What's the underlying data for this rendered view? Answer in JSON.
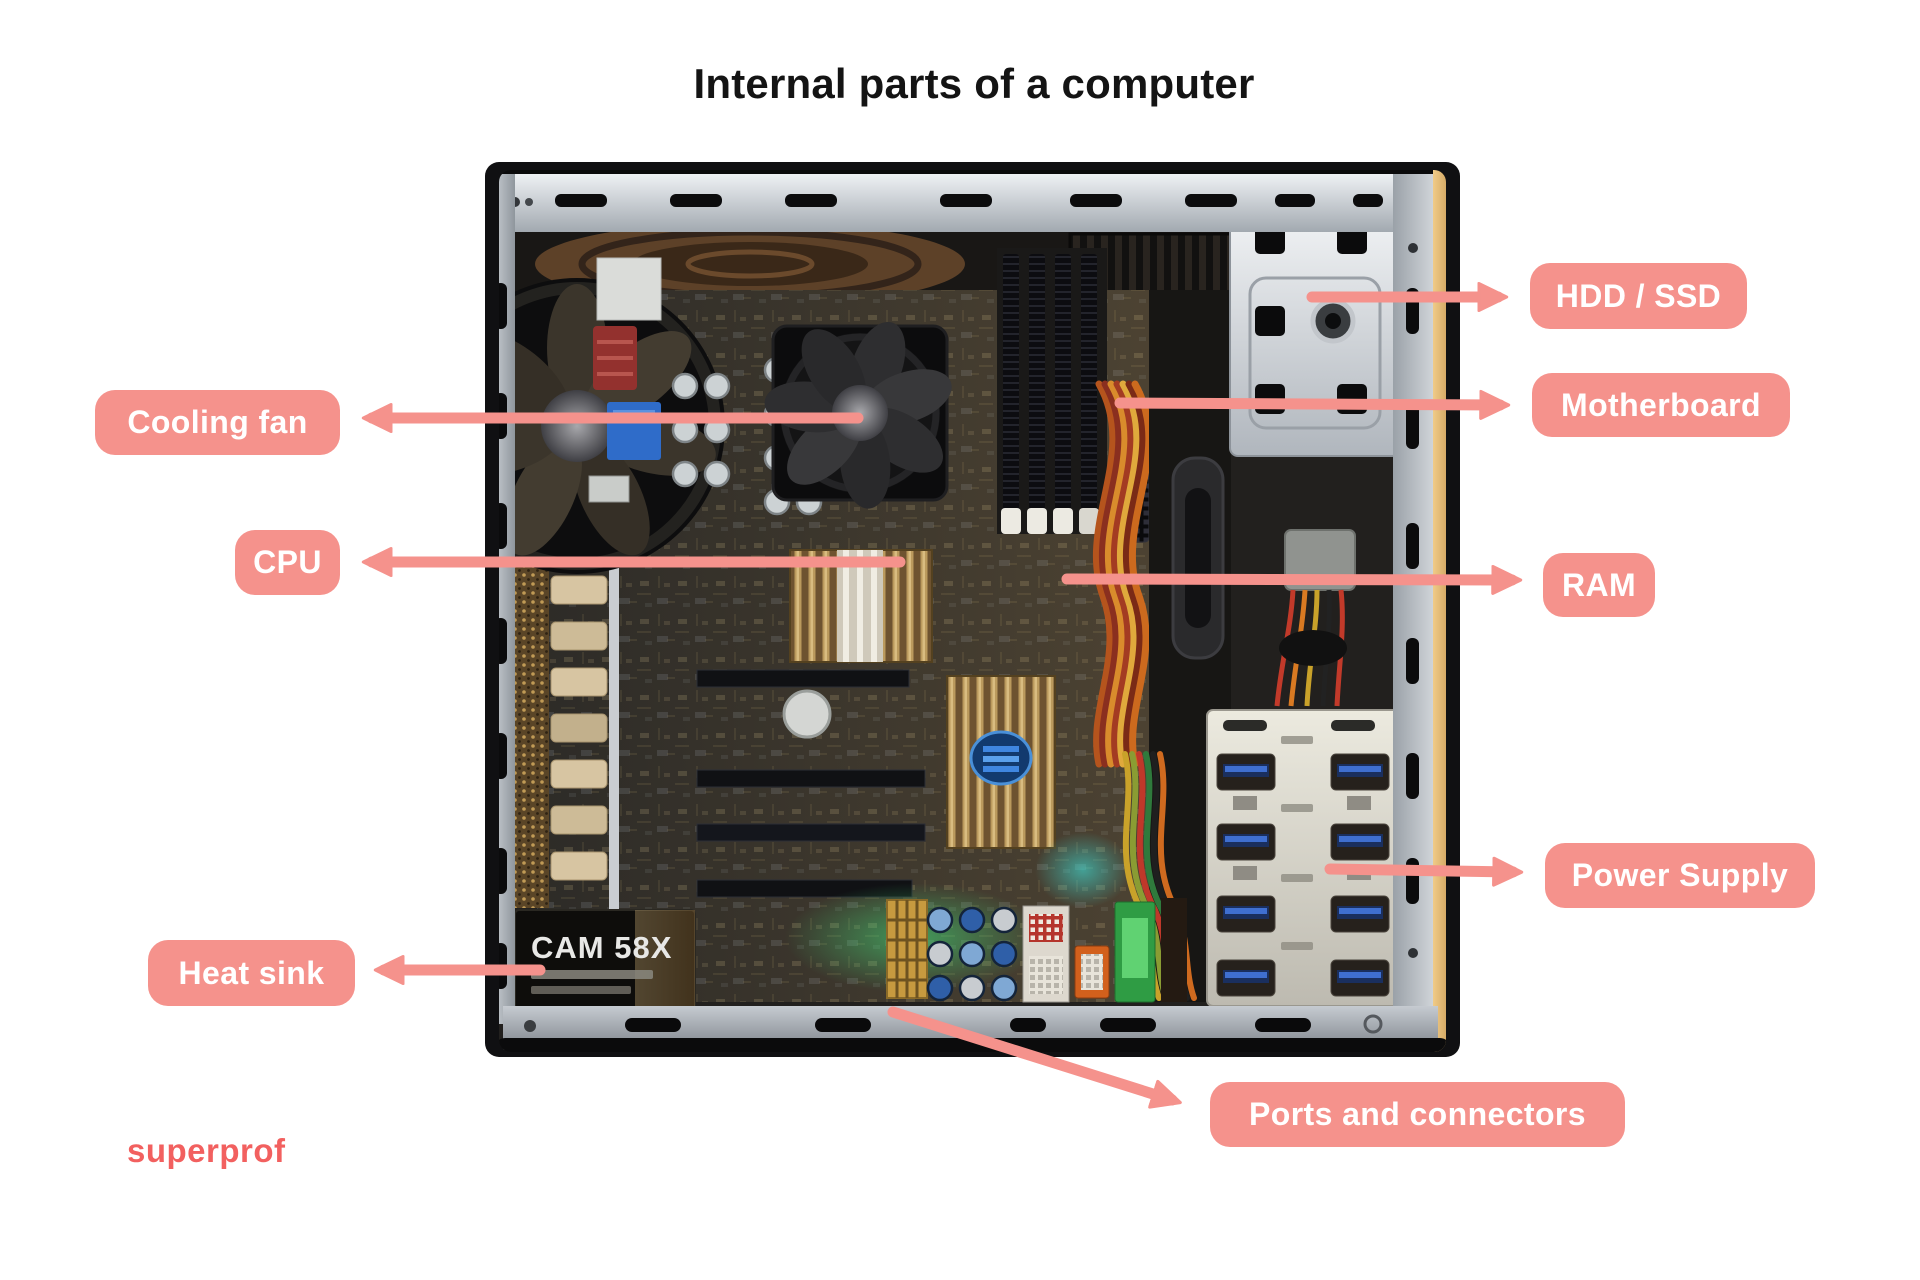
{
  "title": "Internal parts of a computer",
  "brand": "superprof",
  "colors": {
    "label_background": "#f5928c",
    "label_text": "#ffffff",
    "arrow": "#f5928c",
    "brand_text": "#f2605f",
    "title_text": "#141414",
    "page_background": "#ffffff"
  },
  "labels": [
    {
      "id": "cooling-fan",
      "text": "Cooling fan"
    },
    {
      "id": "cpu",
      "text": "CPU"
    },
    {
      "id": "heat-sink",
      "text": "Heat sink"
    },
    {
      "id": "hdd-ssd",
      "text": "HDD / SSD"
    },
    {
      "id": "motherboard",
      "text": "Motherboard"
    },
    {
      "id": "ram",
      "text": "RAM"
    },
    {
      "id": "power-supply",
      "text": "Power Supply"
    },
    {
      "id": "ports-connectors",
      "text": "Ports and connectors"
    }
  ],
  "illustration": {
    "ram_module_label": "CAM 58X"
  }
}
